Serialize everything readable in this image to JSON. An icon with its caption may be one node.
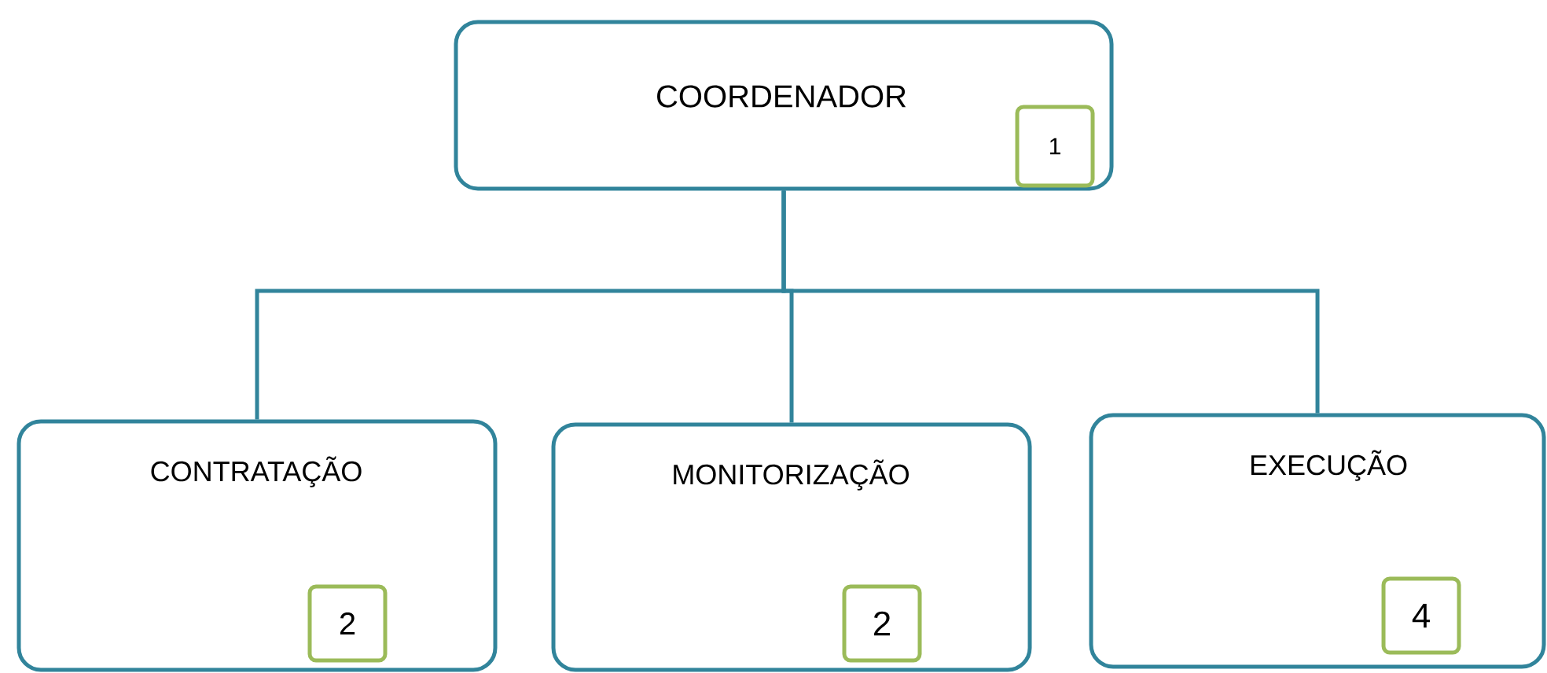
{
  "diagram": {
    "nodes": [
      {
        "text": [
          "COORDENADOR"
        ]
      },
      {
        "text": [
          "1"
        ],
        "in": 0
      },
      {
        "text": [
          "CONTRATAÇÃO"
        ]
      },
      {
        "text": [
          "2"
        ],
        "in": 2
      },
      {
        "text": [
          "MONITORIZAÇÃO"
        ]
      },
      {
        "text": [
          "2"
        ],
        "in": 4
      },
      {
        "text": [
          "EXECUÇÃO"
        ]
      },
      {
        "text": [
          "4"
        ],
        "in": 6
      }
    ],
    "edges": [
      {
        "from": 0,
        "to": 2,
        "arrow": "none"
      },
      {
        "from": 0,
        "to": 4,
        "arrow": "none"
      },
      {
        "from": 0,
        "to": 6,
        "arrow": "none"
      }
    ]
  }
}
